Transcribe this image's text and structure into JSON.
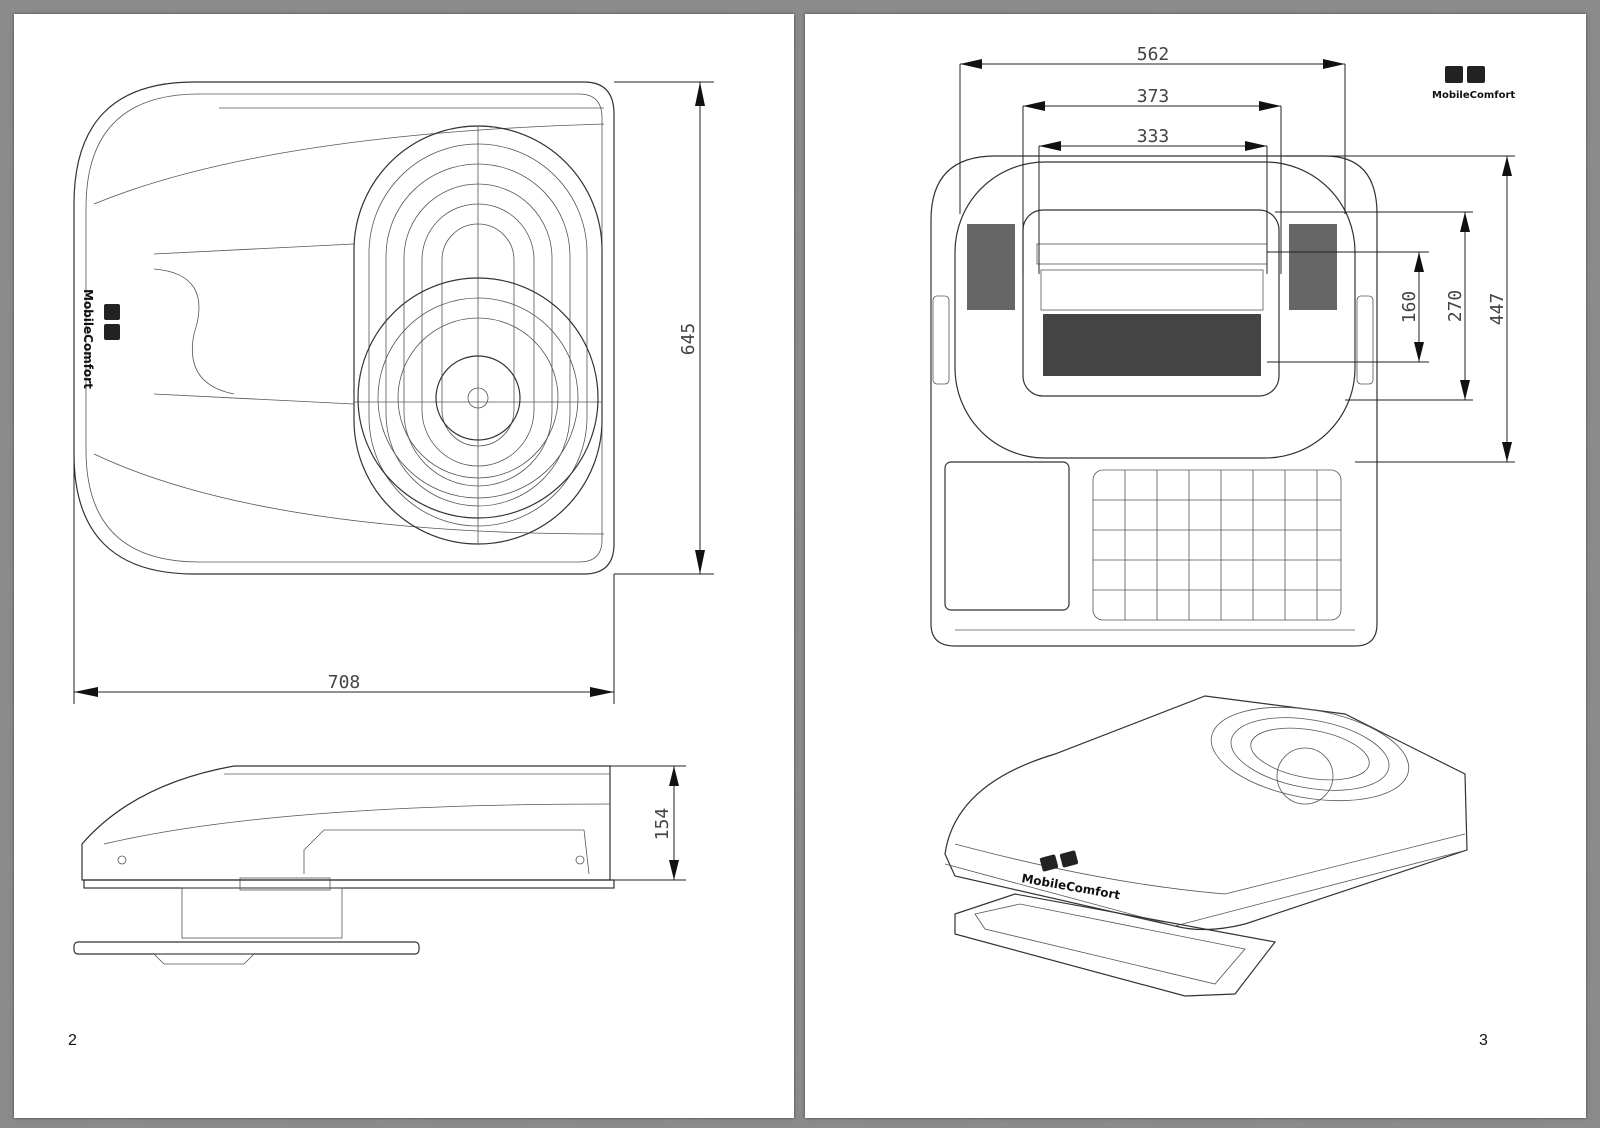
{
  "pages": [
    {
      "number": "2",
      "drawings": [
        {
          "view": "top-view",
          "dimensions": {
            "width": "708",
            "depth": "645"
          },
          "logo": "MobileComfort"
        },
        {
          "view": "side-view",
          "dimensions": {
            "height": "154"
          }
        }
      ]
    },
    {
      "number": "3",
      "brand_logo": "MobileComfort",
      "drawings": [
        {
          "view": "bottom-view",
          "dimensions": {
            "overall_width": "562",
            "inner_width": "373",
            "opening_width": "333",
            "height_small": "160",
            "height_mid": "270",
            "height_large": "447"
          }
        },
        {
          "view": "isometric-view",
          "logo": "MobileComfort"
        }
      ]
    }
  ]
}
